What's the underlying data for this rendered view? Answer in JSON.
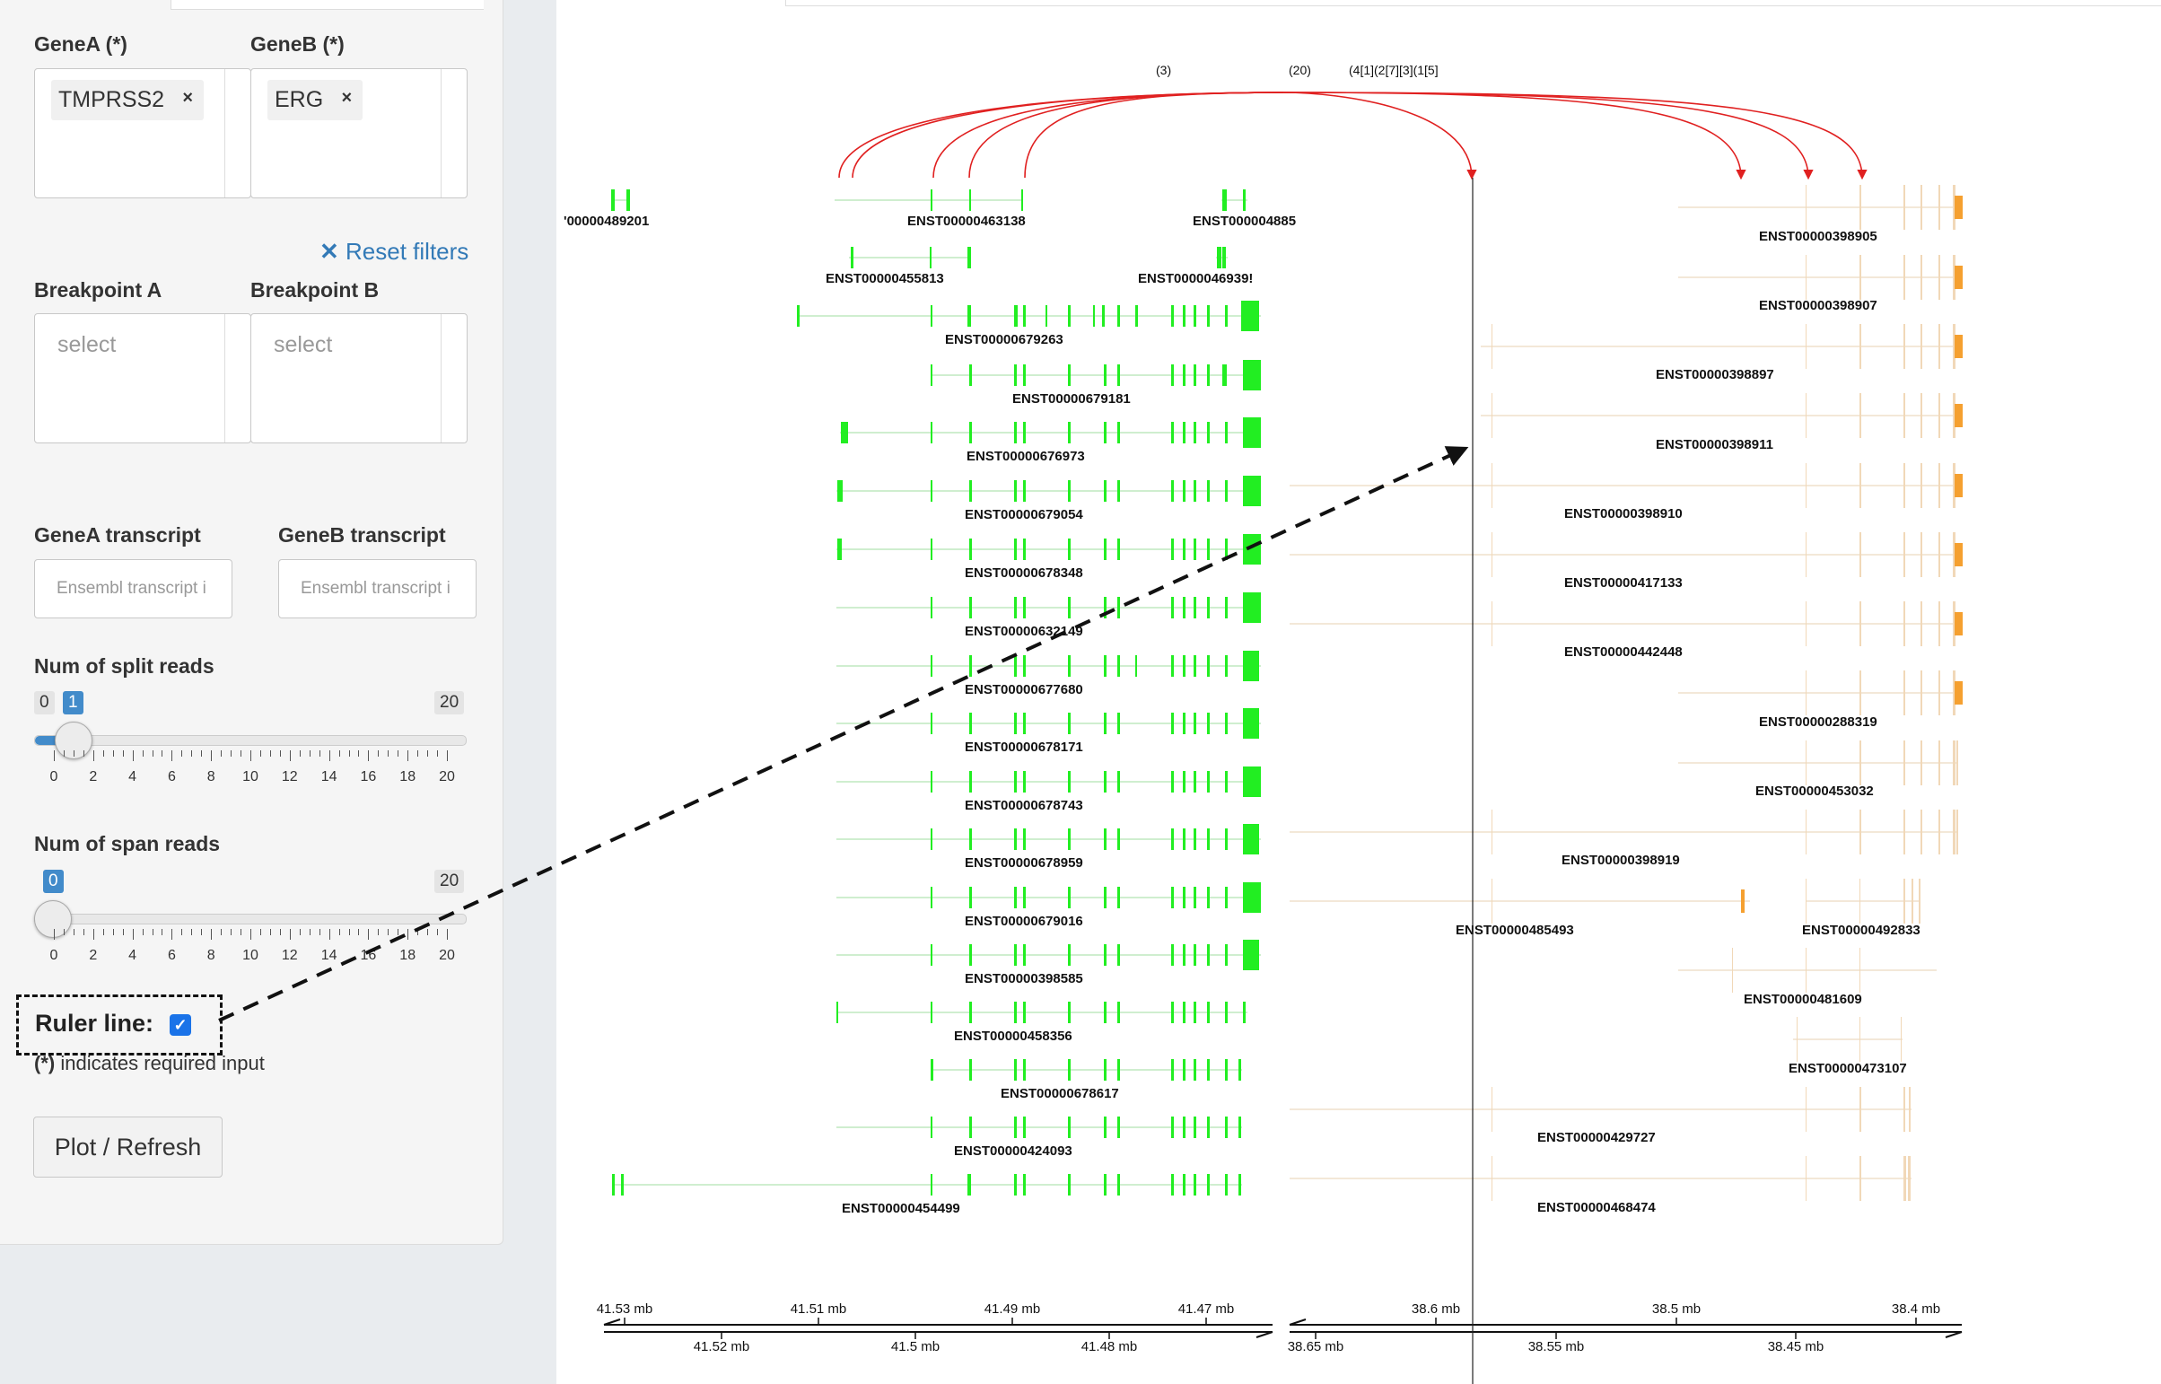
{
  "sidebar": {
    "geneA_label": "GeneA (*)",
    "geneB_label": "GeneB (*)",
    "geneA_value": "TMPRSS2",
    "geneB_value": "ERG",
    "tag_remove": "×",
    "reset_filters": "Reset filters",
    "breakpointA_label": "Breakpoint A",
    "breakpointB_label": "Breakpoint B",
    "breakpoint_placeholder": "select",
    "geneA_transcript_label": "GeneA transcript",
    "geneB_transcript_label": "GeneB transcript",
    "transcript_placeholder": "Ensembl transcript i",
    "split_reads_label": "Num of split reads",
    "split_reads_min": "0",
    "split_reads_value": "1",
    "split_reads_max": "20",
    "span_reads_label": "Num of span reads",
    "span_reads_value": "0",
    "span_reads_max": "20",
    "slider_ticks": [
      "0",
      "2",
      "4",
      "6",
      "8",
      "10",
      "12",
      "14",
      "16",
      "18",
      "20"
    ],
    "ruler_label": "Ruler line:",
    "ruler_checked": true,
    "required_star": "(*)",
    "required_note": " indicates required input",
    "plot_button": "Plot / Refresh"
  },
  "plot": {
    "read_counts": [
      "(3)",
      "(20)",
      "(4[1](2[7][3](1[5]"
    ],
    "geneA_transcripts": [
      {
        "id": "'00000489201",
        "label": "'00000489201"
      },
      {
        "id": "ENST00000463138"
      },
      {
        "id": "ENST000004885"
      },
      {
        "id": "ENST00000455813"
      },
      {
        "id": "ENST0000046939!"
      },
      {
        "id": "ENST00000679263"
      },
      {
        "id": "ENST00000679181"
      },
      {
        "id": "ENST00000676973"
      },
      {
        "id": "ENST00000679054"
      },
      {
        "id": "ENST00000678348"
      },
      {
        "id": "ENST00000632149"
      },
      {
        "id": "ENST00000677680"
      },
      {
        "id": "ENST00000678171"
      },
      {
        "id": "ENST00000678743"
      },
      {
        "id": "ENST00000678959"
      },
      {
        "id": "ENST00000679016"
      },
      {
        "id": "ENST00000398585"
      },
      {
        "id": "ENST00000458356"
      },
      {
        "id": "ENST00000678617"
      },
      {
        "id": "ENST00000424093"
      },
      {
        "id": "ENST00000454499"
      }
    ],
    "geneB_transcripts": [
      "ENST00000398905",
      "ENST00000398907",
      "ENST00000398897",
      "ENST00000398911",
      "ENST00000398910",
      "ENST00000417133",
      "ENST00000442448",
      "ENST00000288319",
      "ENST00000453032",
      "ENST00000398919",
      "ENST00000485493",
      "ENST00000492833",
      "ENST00000481609",
      "ENST00000473107",
      "ENST00000429727",
      "ENST00000468474"
    ],
    "axisA_top": [
      "41.53 mb",
      "41.51 mb",
      "41.49 mb",
      "41.47 mb"
    ],
    "axisA_bottom": [
      "41.52 mb",
      "41.5 mb",
      "41.48 mb"
    ],
    "axisB_top": [
      "38.6 mb",
      "38.5 mb",
      "38.4 mb"
    ],
    "axisB_bottom": [
      "38.65 mb",
      "38.55 mb",
      "38.45 mb"
    ],
    "colors": {
      "geneA": "#22ee22",
      "geneB": "#f5a030",
      "arc": "#e02020",
      "intron_a": "#bfe8bf",
      "intron_b": "#efe0cc"
    }
  }
}
